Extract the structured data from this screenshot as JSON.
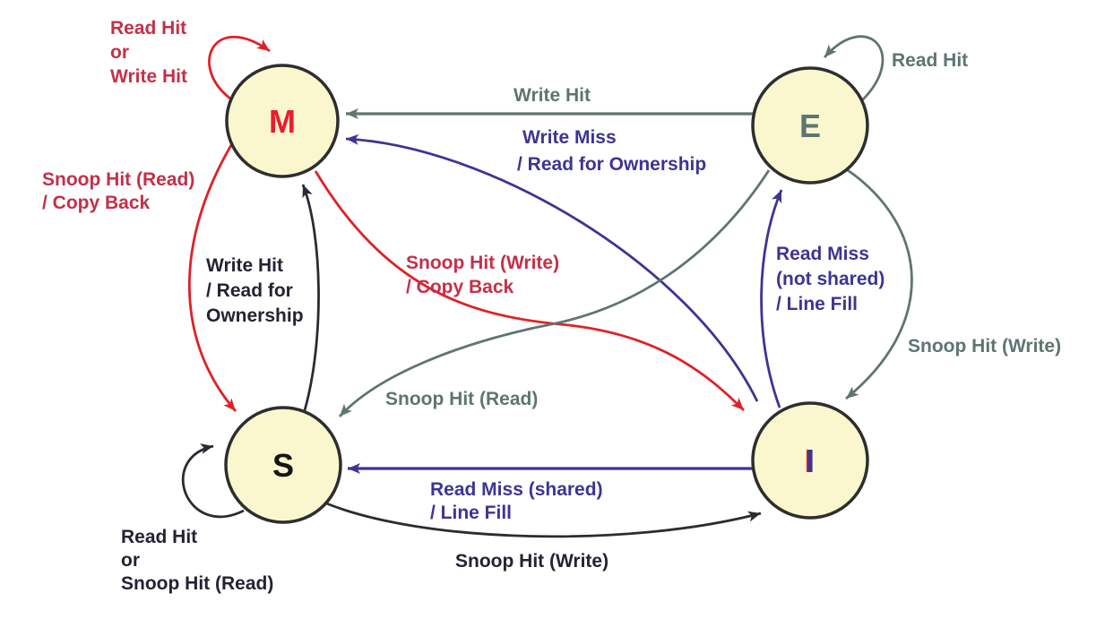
{
  "diagram": {
    "kind": "state-transition-diagram",
    "states_visible": [
      "M",
      "E",
      "S",
      "I"
    ]
  },
  "nodes": {
    "m": "M",
    "e": "E",
    "s": "S",
    "i": "I"
  },
  "edges": [
    {
      "id": "m-self",
      "from": "M",
      "to": "M",
      "color": "red",
      "lines": [
        "Read Hit",
        "or",
        "Write Hit"
      ]
    },
    {
      "id": "e-self",
      "from": "E",
      "to": "E",
      "color": "slate",
      "lines": [
        "Read Hit"
      ]
    },
    {
      "id": "e-m",
      "from": "E",
      "to": "M",
      "color": "slate",
      "lines": [
        "Write Hit"
      ]
    },
    {
      "id": "i-m",
      "from": "I",
      "to": "M",
      "color": "purple",
      "lines": [
        "Write Miss",
        "/ Read for Ownership"
      ]
    },
    {
      "id": "m-s",
      "from": "M",
      "to": "S",
      "color": "red",
      "lines": [
        "Snoop Hit (Read)",
        "/ Copy Back"
      ]
    },
    {
      "id": "s-m",
      "from": "S",
      "to": "M",
      "color": "black",
      "lines": [
        "Write Hit",
        "/ Read for",
        "Ownership"
      ]
    },
    {
      "id": "m-i",
      "from": "M",
      "to": "I",
      "color": "red",
      "lines": [
        "Snoop Hit (Write)",
        "/ Copy Back"
      ]
    },
    {
      "id": "e-s",
      "from": "E",
      "to": "S",
      "color": "slate",
      "lines": [
        "Snoop Hit (Read)"
      ]
    },
    {
      "id": "e-i",
      "from": "E",
      "to": "I",
      "color": "slate",
      "lines": [
        "Snoop Hit (Write)"
      ]
    },
    {
      "id": "i-e",
      "from": "I",
      "to": "E",
      "color": "purple",
      "lines": [
        "Read Miss",
        "(not shared)",
        "/ Line Fill"
      ]
    },
    {
      "id": "i-s",
      "from": "I",
      "to": "S",
      "color": "purple",
      "lines": [
        "Read Miss (shared)",
        "/ Line Fill"
      ]
    },
    {
      "id": "s-i",
      "from": "S",
      "to": "I",
      "color": "black",
      "lines": [
        "Snoop Hit (Write)"
      ]
    },
    {
      "id": "s-self",
      "from": "S",
      "to": "S",
      "color": "black",
      "lines": [
        "Read Hit",
        "or",
        "Snoop Hit (Read)"
      ]
    }
  ],
  "colors": {
    "node_fill": "#FAF7CE",
    "node_stroke": "#2E2E2E",
    "arrow_red": "#DF2127",
    "label_crimson": "#C43049",
    "slate_gray": "#5E7572",
    "purple": "#3E3493",
    "black_ink": "#232334",
    "letter_m": "#EC1C2E"
  }
}
